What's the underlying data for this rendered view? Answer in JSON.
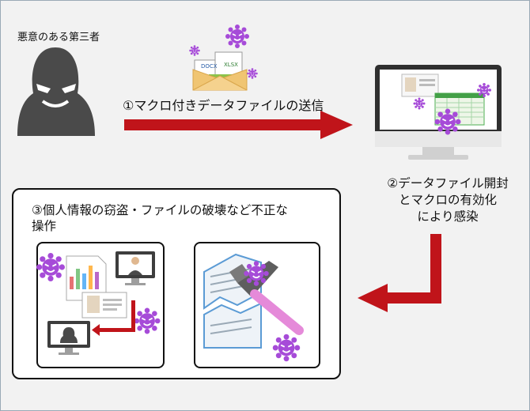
{
  "labels": {
    "attacker": "悪意のある第三者",
    "step1": "①マクロ付きデータファイルの送信",
    "step2_line1": "②データファイル開封",
    "step2_line2": "とマクロの有効化",
    "step2_line3": "により感染",
    "step3_line1": "③個人情報の窃盗・ファイルの破壊など不正な",
    "step3_line2": "操作"
  },
  "file_tags": {
    "docx": "DOCX",
    "xlsx": "XLSX"
  },
  "colors": {
    "arrow": "#c0141a",
    "virus": "#a64bd8",
    "attacker": "#4a4a4a",
    "envelope": "#f0c572",
    "monitor": "#3d3d3d",
    "hammer_handle": "#e58ad9"
  },
  "icons": [
    "attacker-icon",
    "virus-icon",
    "email-envelope-icon",
    "monitor-icon",
    "hammer-icon",
    "torn-document-icon",
    "chart-document-icon"
  ]
}
